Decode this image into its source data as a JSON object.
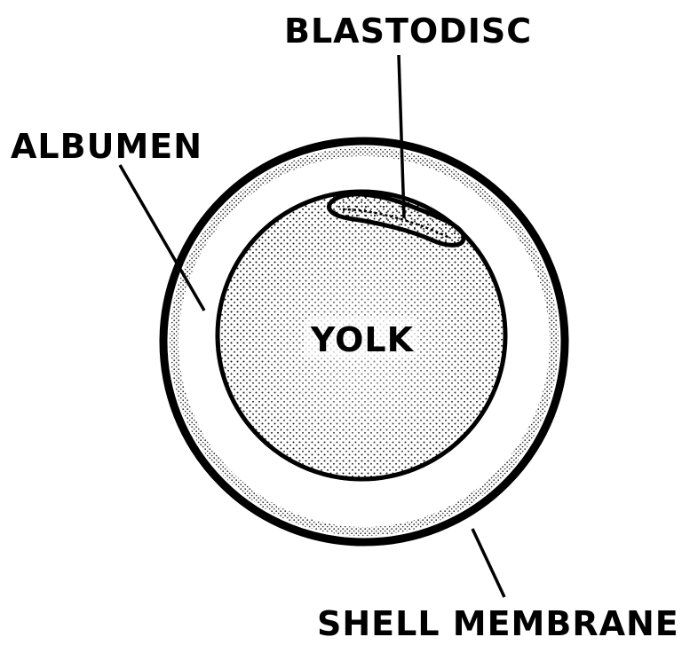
{
  "diagram": {
    "labels": {
      "blastodisc": "BLASTODISC",
      "albumen": "ALBUMEN",
      "yolk": "YOLK",
      "shell_membrane": "SHELL MEMBRANE"
    },
    "colors": {
      "ink": "#000000",
      "paper": "#ffffff"
    }
  }
}
